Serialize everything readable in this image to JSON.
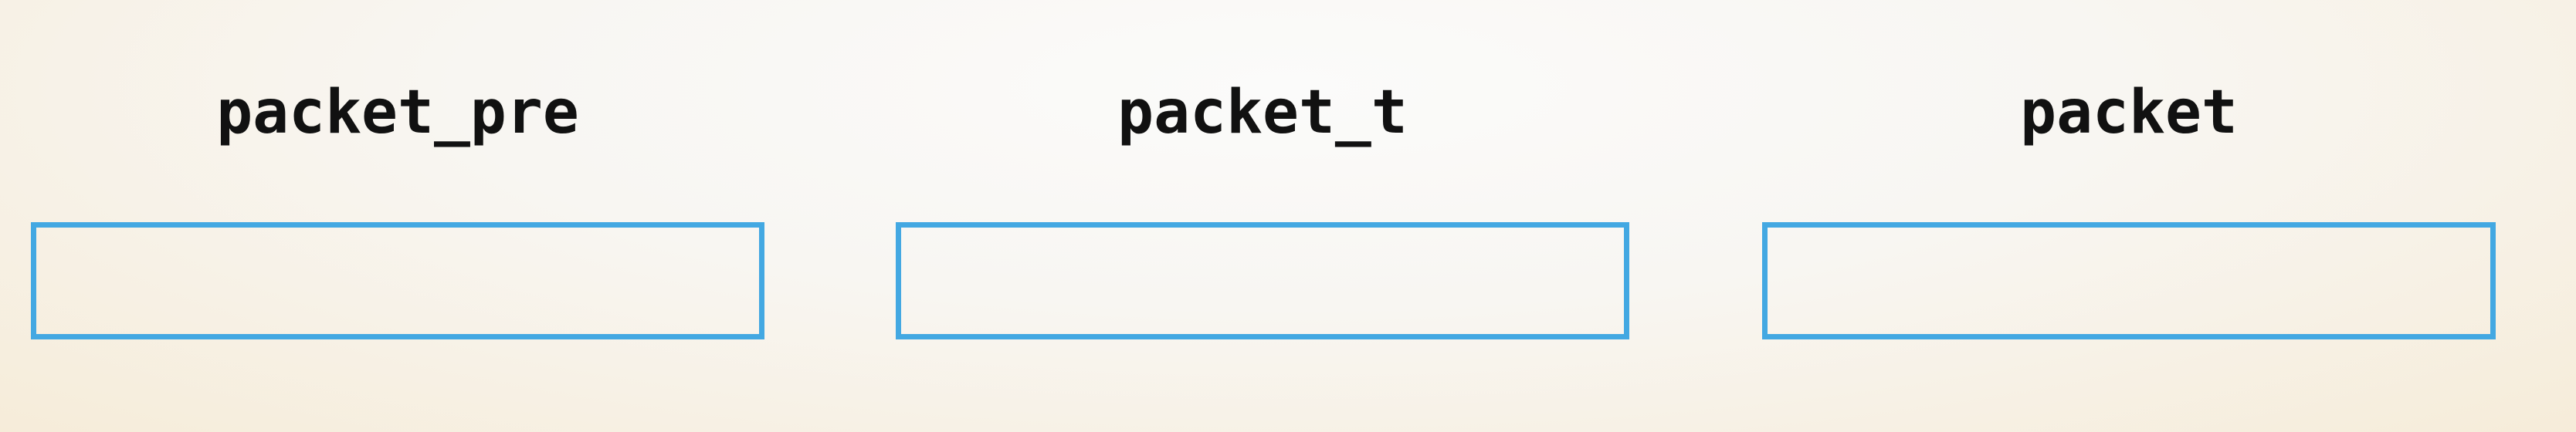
{
  "fields": [
    {
      "label": "packet_pre",
      "value": ""
    },
    {
      "label": "packet_t",
      "value": ""
    },
    {
      "label": "packet",
      "value": ""
    }
  ],
  "colors": {
    "box_border": "#43a8e2",
    "label_text": "#111111",
    "background_light": "#fbfbfa",
    "background_warm": "#f6ecd9"
  }
}
